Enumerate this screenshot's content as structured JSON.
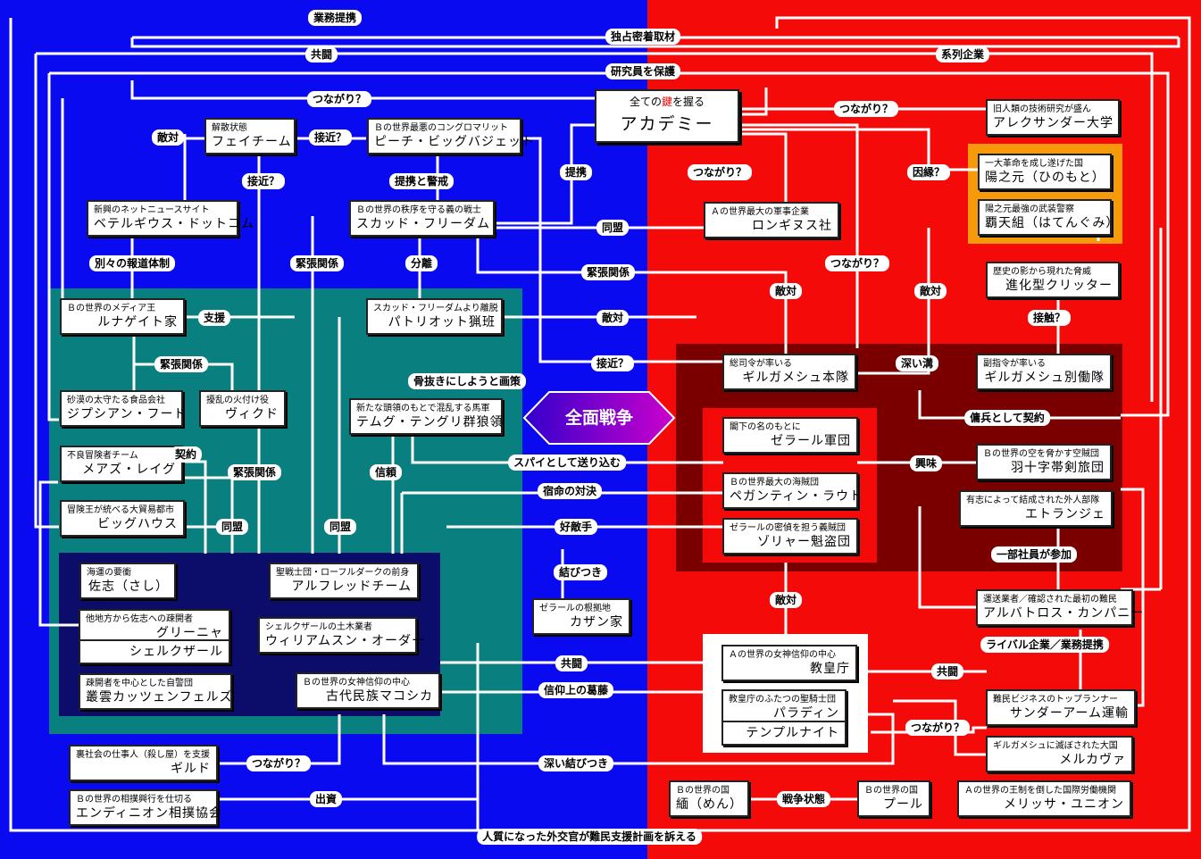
{
  "center": "全面戦争",
  "academy": {
    "d1": "全ての",
    "d2": "鍵",
    "d3": "を握る",
    "n": "アカデミー"
  },
  "nodes": [
    {
      "id": "alexander",
      "d": "旧人類の技術研究が盛ん",
      "n": "アレクサンダー大学"
    },
    {
      "id": "hinomoto",
      "d": "一大革命を成し遂げた国",
      "n": "陽之元（ひのもと）"
    },
    {
      "id": "hatengumi",
      "d": "陽之元最強の武装警察",
      "n": "覇天組（はてんぐみ）"
    },
    {
      "id": "faychiem",
      "d": "解散状態",
      "n": "フェイチーム"
    },
    {
      "id": "peach",
      "d": "Ｂの世界最悪のコングロマリット",
      "n": "ピーチ・ビッグバジェット"
    },
    {
      "id": "betel",
      "d": "新興のネットニュースサイト",
      "n": "ベテルギウス・ドットコム"
    },
    {
      "id": "scud",
      "d": "Ｂの世界の秩序を守る義の戦士",
      "n": "スカッド・フリーダム"
    },
    {
      "id": "longinus",
      "d": "Ａの世界最大の軍事企業",
      "n": "ロンギヌス社"
    },
    {
      "id": "critter",
      "d": "歴史の影から現れた脅威",
      "n": "進化型クリッター"
    },
    {
      "id": "lunagate",
      "d": "Ｂの世界のメディア王",
      "n": "ルナゲイト家"
    },
    {
      "id": "patriot",
      "d": "スカッド・フリーダムより離脱",
      "n": "パトリオット猟班"
    },
    {
      "id": "gilgamesh",
      "d": "総司令が率いる",
      "n": "ギルガメシュ本隊"
    },
    {
      "id": "gilbetsu",
      "d": "副指令が率いる",
      "n": "ギルガメシュ別働隊"
    },
    {
      "id": "zipsian",
      "d": "砂漠の太守たる食品会社",
      "n": "ジプシアン・フード"
    },
    {
      "id": "vicd",
      "d": "擾乱の火付け役",
      "n": "ヴィクド"
    },
    {
      "id": "temg",
      "d": "新たな頭領のもとで混乱する馬軍",
      "n": "テムグ・テングリ群狼領"
    },
    {
      "id": "zeral",
      "d": "閣下の名のもとに",
      "n": "ゼラール軍団"
    },
    {
      "id": "meaz",
      "d": "不良冒険者チーム",
      "n": "メアズ・レイグ"
    },
    {
      "id": "hajuji",
      "d": "Ｂの世界の空を脅かす空賊団",
      "n": "羽十字帯剣旅団"
    },
    {
      "id": "peganti",
      "d": "Ｂの世界最大の海賊団",
      "n": "ペガンティン・ラウト"
    },
    {
      "id": "big",
      "d": "冒険王が統べる大貿易都市",
      "n": "ビッグハウス"
    },
    {
      "id": "etrange",
      "d": "有志によって結成された外人部隊",
      "n": "エトランジェ"
    },
    {
      "id": "zolya",
      "d": "ゼラールの密偵を担う義賊団",
      "n": "ゾリャー魁盗団"
    },
    {
      "id": "sashi",
      "d": "海運の要衝",
      "n": "佐志（さし）"
    },
    {
      "id": "alfred",
      "d": "聖戦士団・ローフルダークの前身",
      "n": "アルフレッドチーム"
    },
    {
      "id": "kazan",
      "d": "ゼラールの根拠地",
      "n": "カザン家"
    },
    {
      "id": "albatros",
      "d": "運送業者／確認された最初の難民",
      "n": "アルバトロス・カンパニー"
    },
    {
      "id": "greenia",
      "d": "他地方から佐志への疎開者",
      "n": "グリーニャ"
    },
    {
      "id": "shelc",
      "d": "",
      "n": "シェルクザール"
    },
    {
      "id": "william",
      "d": "シェルクザールの土木業者",
      "n": "ウィリアムスン・オーダー"
    },
    {
      "id": "kyokoucho",
      "d": "Ａの世界の女神信仰の中心",
      "n": "教皇庁"
    },
    {
      "id": "kanun",
      "d": "疎開者を中心とした自警団",
      "n": "叢雲カッツェンフェルズ"
    },
    {
      "id": "makoshika",
      "d": "Ｂの世界の女神信仰の中心",
      "n": "古代民族マコシカ"
    },
    {
      "id": "paladin",
      "d": "教皇庁のふたつの聖騎士団",
      "n": "パラディン"
    },
    {
      "id": "templar",
      "d": "",
      "n": "テンプルナイト"
    },
    {
      "id": "sunder",
      "d": "難民ビジネスのトップランナー",
      "n": "サンダーアーム運輸"
    },
    {
      "id": "guild",
      "d": "裏社会の仕事人（殺し屋）を支援",
      "n": "ギルド"
    },
    {
      "id": "merkava",
      "d": "ギルガメシュに滅ぼされた大国",
      "n": "メルカヴァ"
    },
    {
      "id": "endinion",
      "d": "Ｂの世界の相撲興行を仕切る",
      "n": "エンディニオン相撲協会"
    },
    {
      "id": "men",
      "d": "Ｂの世界の国",
      "n": "緬（めん）"
    },
    {
      "id": "pool",
      "d": "Ｂの世界の国",
      "n": "プール"
    },
    {
      "id": "melissa",
      "d": "Ａの世界の王制を倒した国際労働機関",
      "n": "メリッサ・ユニオン"
    }
  ],
  "labels": [
    "業務提携",
    "独占密着取材",
    "共闘",
    "系列企業",
    "研究員を保護",
    "つながり？",
    "つながり？",
    "敵対",
    "接近？",
    "因縁？",
    "接近？",
    "つながり？",
    "提携",
    "提携と警戒",
    "同盟",
    "緊張関係",
    "分離",
    "つながり？",
    "敵対",
    "敵対",
    "別々の報道体制",
    "緊張関係",
    "支援",
    "敵対",
    "接触？",
    "接近？",
    "深い溝",
    "骨抜きにしようと画策",
    "緊張関係",
    "傭兵として契約",
    "契約",
    "スパイとして送り込む",
    "興味",
    "緊張関係",
    "信頼",
    "宿命の対決",
    "同盟",
    "好敵手",
    "同盟",
    "一部社員が参加",
    "結びつき",
    "敵対",
    "ライバル企業／業務提携",
    "共闘",
    "共闘",
    "信仰上の葛藤",
    "つながり？",
    "つながり？",
    "深い結びつき",
    "出資",
    "戦争状態",
    "人質になった外交官が難民支援計画を訴える"
  ],
  "colors": {
    "left": "#0a0af0",
    "right": "#f50a0a",
    "teal": "#0a7f7f",
    "navy": "#0c0c6a",
    "maroon": "#7a0000",
    "orange": "#f59a0a"
  }
}
